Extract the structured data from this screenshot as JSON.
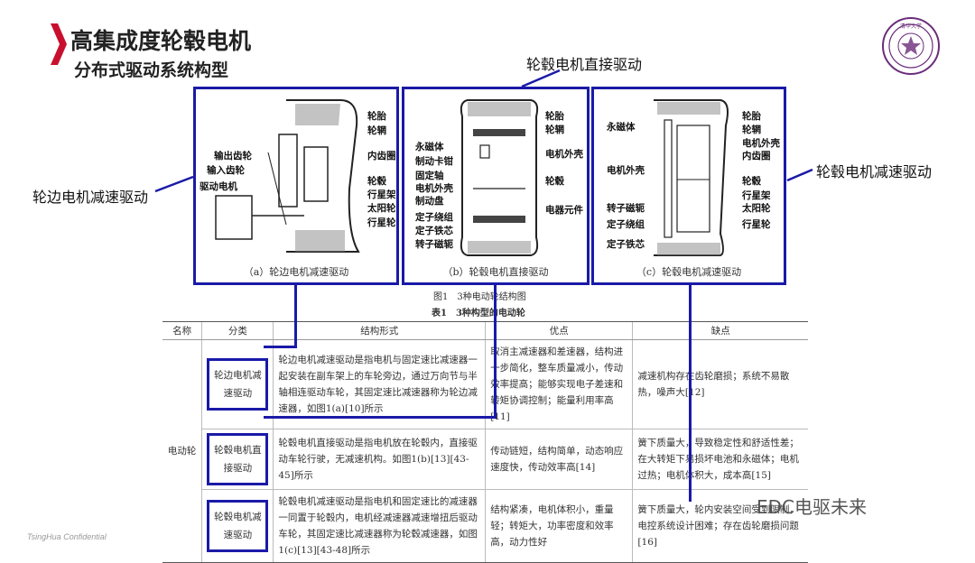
{
  "header": {
    "title": "高集成度轮毂电机",
    "subtitle": "分布式驱动系统构型"
  },
  "callouts": {
    "direct": "轮毂电机直接驱动",
    "hub_reduction": "轮毂电机减速驱动",
    "wheel_side": "轮边电机减速驱动"
  },
  "panels": {
    "a": {
      "caption": "（a）轮边电机减速驱动",
      "labels": [
        "轮胎",
        "轮辋",
        "输出齿轮",
        "内齿圈",
        "输入齿轮",
        "驱动电机",
        "轮毂",
        "行星架",
        "太阳轮",
        "行星轮"
      ]
    },
    "b": {
      "caption": "（b）轮毂电机直接驱动",
      "labels": [
        "轮胎",
        "轮辋",
        "永磁体",
        "电机外壳",
        "制动卡钳",
        "固定轴",
        "轮毂",
        "电机外壳",
        "制动盘",
        "电器元件",
        "定子绕组",
        "定子铁芯",
        "转子磁轭"
      ]
    },
    "c": {
      "caption": "（c）轮毂电机减速驱动",
      "labels": [
        "轮胎",
        "永磁体",
        "轮辋",
        "电机外壳",
        "内齿圈",
        "电机外壳",
        "轮毂",
        "行星架",
        "转子磁轭",
        "太阳轮",
        "定子绕组",
        "行星轮",
        "定子铁芯"
      ]
    }
  },
  "figure_caption": "图1　3种电动轮结构图",
  "table_caption": "表1　3种构型的电动轮",
  "table": {
    "headers": [
      "名称",
      "分类",
      "结构形式",
      "优点",
      "缺点"
    ],
    "group_name": "电动轮",
    "rows": [
      {
        "category": "轮边电机减速驱动",
        "structure": "轮边电机减速驱动是指电机与固定速比减速器一起安装在副车架上的车轮旁边，通过万向节与半轴相连驱动车轮，其固定速比减速器称为轮边减速器，如图1(a)[10]所示",
        "pros": "取消主减速器和差速器，结构进一步简化，整车质量减小，传动效率提高；能够实现电子差速和转矩协调控制；能量利用率高[11]",
        "cons": "减速机构存在齿轮磨损；系统不易散热，噪声大[12]"
      },
      {
        "category": "轮毂电机直接驱动",
        "structure": "轮毂电机直接驱动是指电机放在轮毂内，直接驱动车轮行驶，无减速机构。如图1(b)[13][43-45]所示",
        "pros": "传动链短，结构简单，动态响应速度快，传动效率高[14]",
        "cons": "簧下质量大，导致稳定性和舒适性差；在大转矩下易损坏电池和永磁体；电机过热；电机体积大，成本高[15]"
      },
      {
        "category": "轮毂电机减速驱动",
        "structure": "轮毂电机减速驱动是指电机和固定速比的减速器一同置于轮毂内，电机经减速器减速增扭后驱动车轮，其固定速比减速器称为轮毂减速器，如图1(c)[13][43-48]所示",
        "pros": "结构紧凑，电机体积小，重量轻；转矩大，功率密度和效率高，动力性好",
        "cons": "簧下质量大，轮内安装空间受到限制，电控系统设计困难；存在齿轮磨损问题[16]"
      }
    ]
  },
  "footer": "TsingHua Confidential",
  "watermark": "EDC电驱未来",
  "logo_text": "清华大学",
  "colors": {
    "accent": "#1a1aa8",
    "chevron": "#c8102e",
    "logo": "#6b2c7a"
  }
}
